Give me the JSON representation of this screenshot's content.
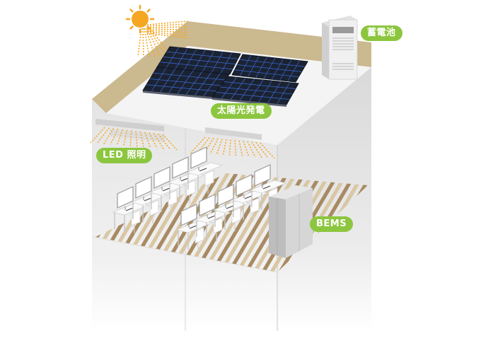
{
  "labels": {
    "battery": "蓄電池",
    "solar": "太陽光発電",
    "led": "LED 照明",
    "bems": "BEMS"
  },
  "icons": [
    "sun-icon",
    "solar-panel-icon",
    "battery-cabinet-icon",
    "led-light-icon",
    "bems-cabinet-icon",
    "desk-icon",
    "monitor-icon",
    "chair-icon"
  ],
  "colors": {
    "label_bg": "#8cc63f",
    "label_text": "#ffffff",
    "sun": "#f5a623",
    "roof_edge": "#cbb98f",
    "roof_top": "#f4f4f4",
    "floor_stripe_a": "#d9c6a3",
    "floor_stripe_b": "#a88a62",
    "panel": "#1b2333",
    "panel_grid": "#3d6bd6"
  }
}
